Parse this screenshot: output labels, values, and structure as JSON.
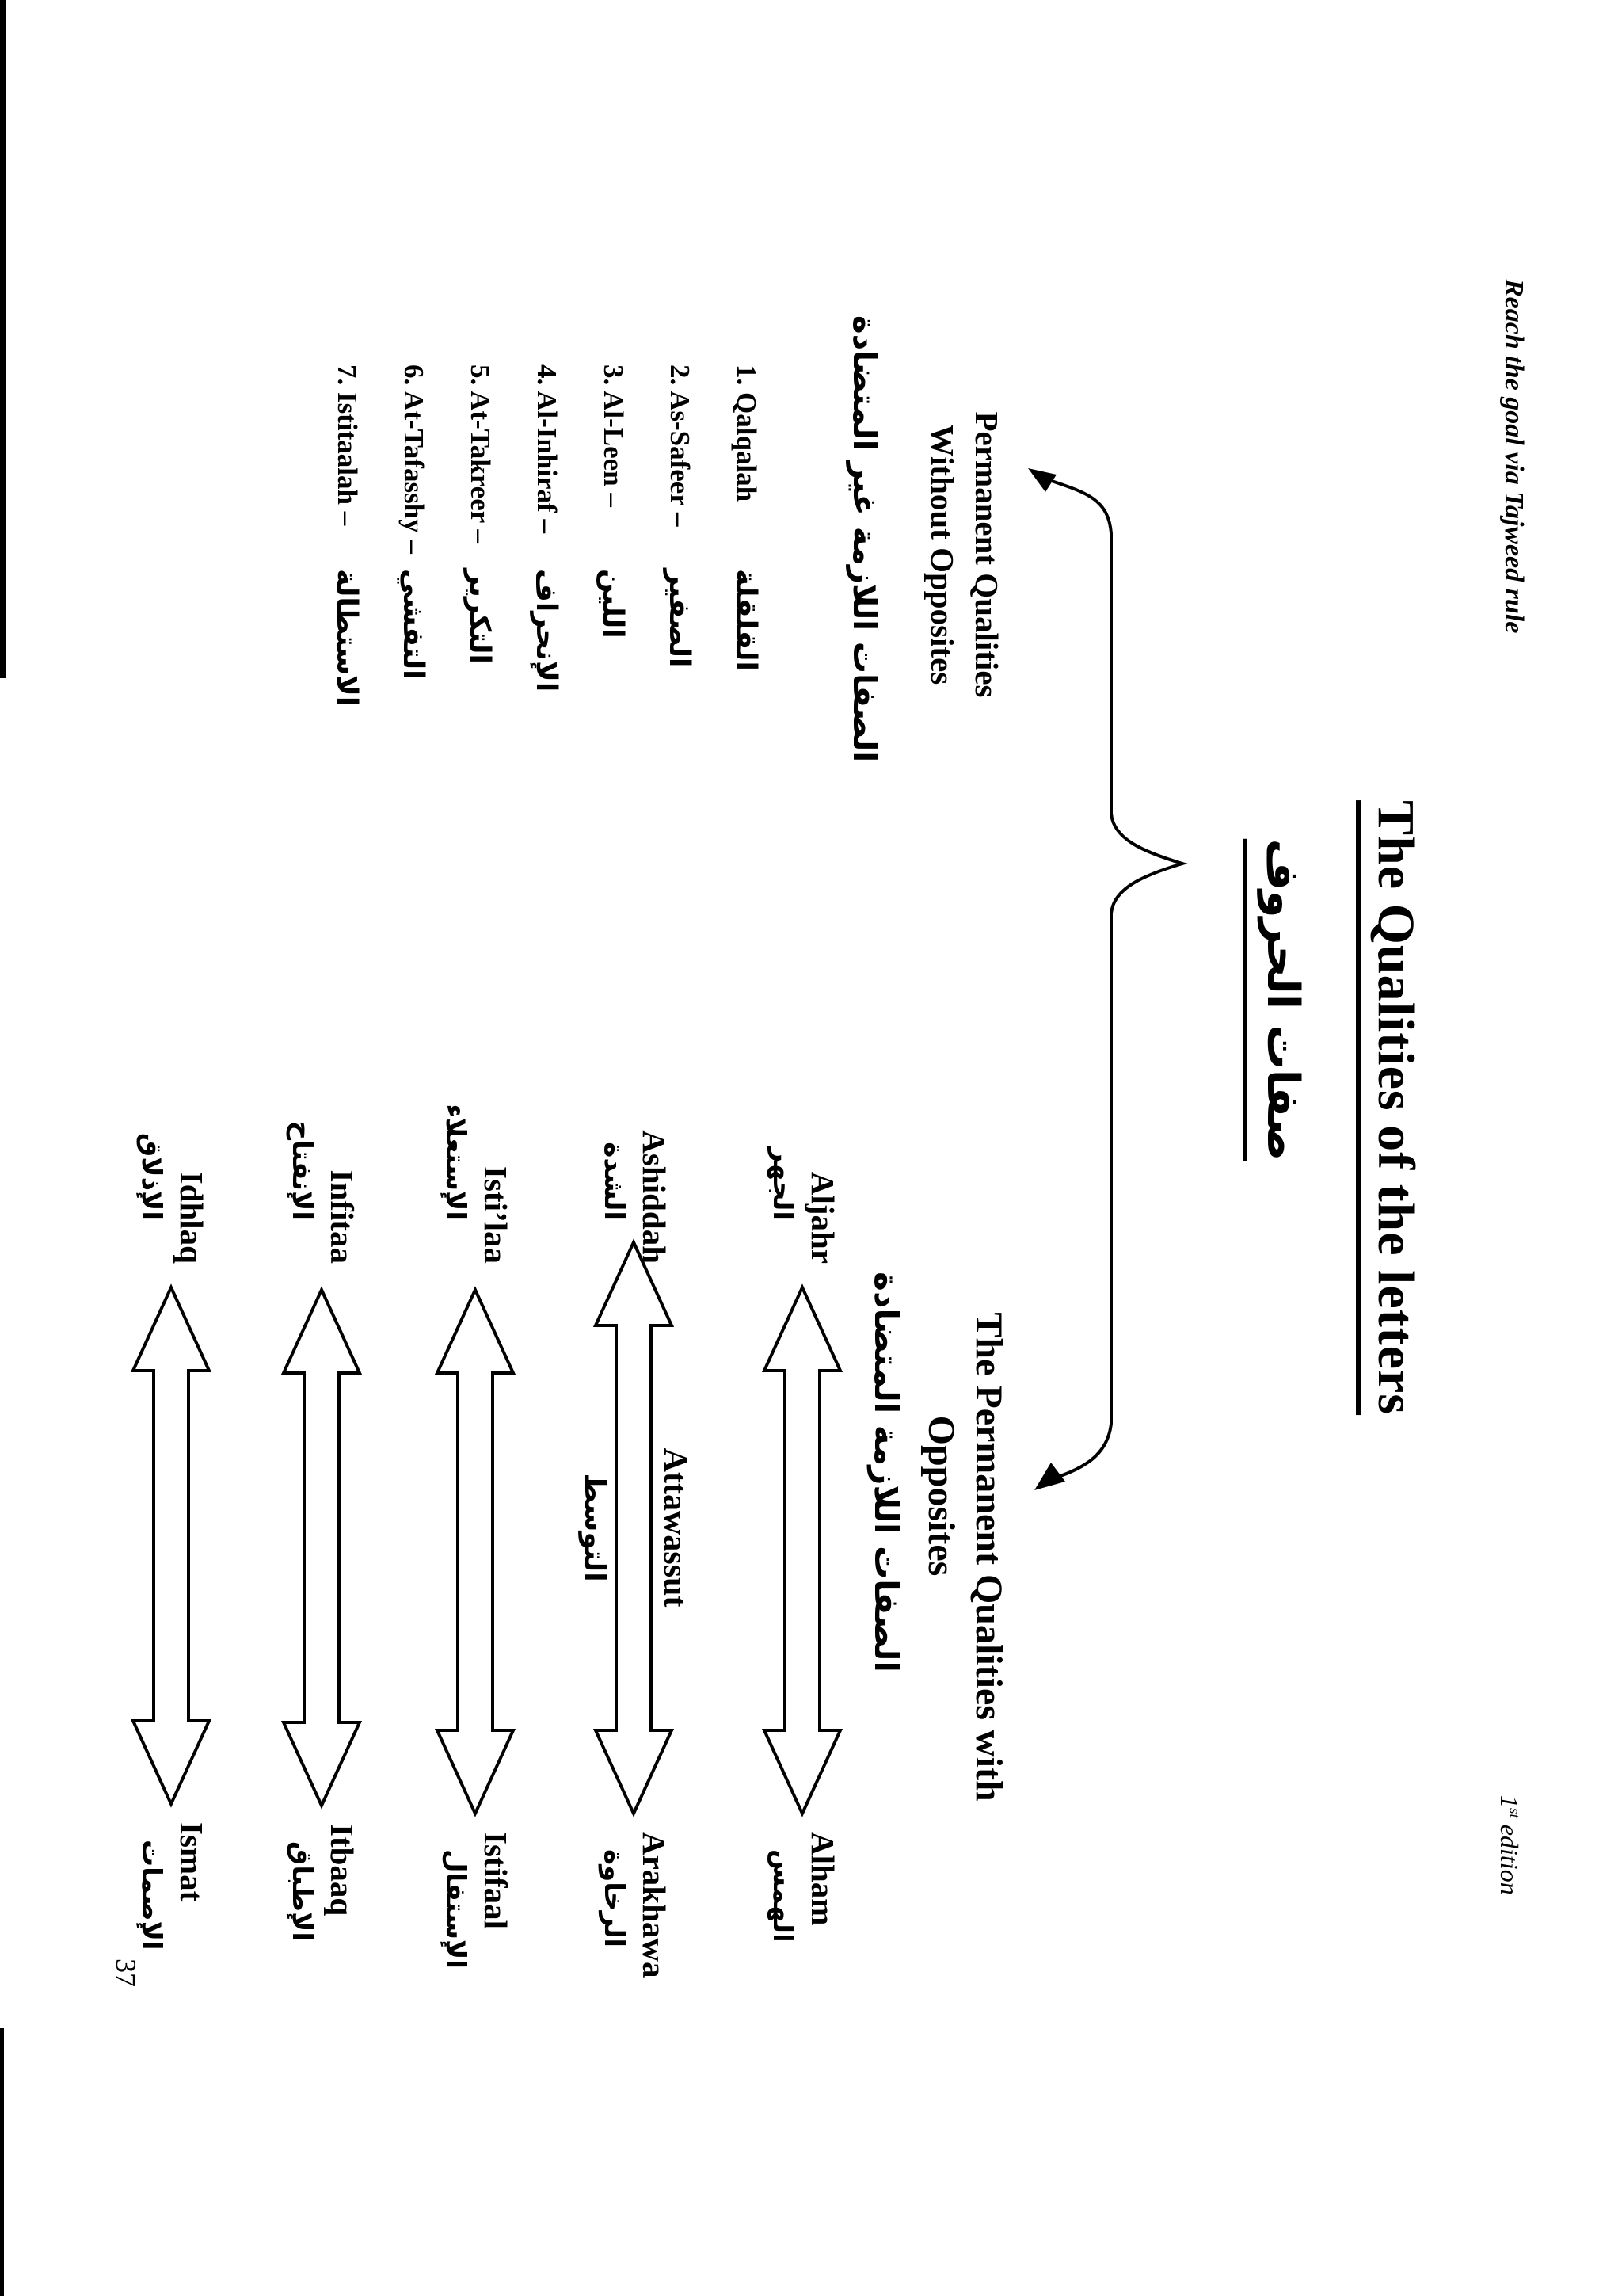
{
  "page": {
    "header_left": "Reach the goal via Tajweed rule",
    "header_right_num": "1",
    "header_right_sup": "st",
    "header_right_rest": " edition",
    "title_en": "The Qualities of the letters",
    "title_ar": "صفات الحروف",
    "page_number": "37",
    "colors": {
      "ink": "#000000",
      "paper": "#ffffff"
    }
  },
  "without_opposites": {
    "heading_line1": "Permanent Qualities",
    "heading_line2": "Without Opposites",
    "heading_ar": "الصفات اللازمة غير المتضادة",
    "items": [
      {
        "en": "1. Qalqalah",
        "ar": "القلقلة"
      },
      {
        "en": "2. As-Safeer –",
        "ar": "الصفير"
      },
      {
        "en": "3. Al-Leen –",
        "ar": "اللين"
      },
      {
        "en": "4. Al-Inhiraf –",
        "ar": "الإنحراف"
      },
      {
        "en": "5. At-Takreer –",
        "ar": "التكرير"
      },
      {
        "en": "6. At-Tafasshy –",
        "ar": "التفشي"
      },
      {
        "en": "7. Istitaalah –",
        "ar": "الاستطالة"
      }
    ]
  },
  "with_opposites": {
    "heading_line1": "The Permanent Qualities with",
    "heading_line2": "Opposites",
    "heading_ar": "الصفات اللازمة المتضادة",
    "pairs": [
      {
        "left_en": "Aljahr",
        "left_ar": "الجهر",
        "right_en": "Alham",
        "right_ar": "الهمس"
      },
      {
        "left_en": "Ashiddah",
        "left_ar": "الشدة",
        "middle_en": "Attawassut",
        "middle_ar": "التوسط",
        "right_en": "Arakhawa",
        "right_ar": "الرخاوة"
      },
      {
        "left_en": "Isti’laa",
        "left_ar": "الإستعلاء",
        "right_en": "Istifaal",
        "right_ar": "الإستفال"
      },
      {
        "left_en": "Infitaa",
        "left_ar": "الإنفتاح",
        "right_en": "Itbaaq",
        "right_ar": "الإطباق"
      },
      {
        "left_en": "Idhlaq",
        "left_ar": "الإذلاق",
        "right_en": "Ismat",
        "right_ar": "الإصمات"
      }
    ]
  }
}
